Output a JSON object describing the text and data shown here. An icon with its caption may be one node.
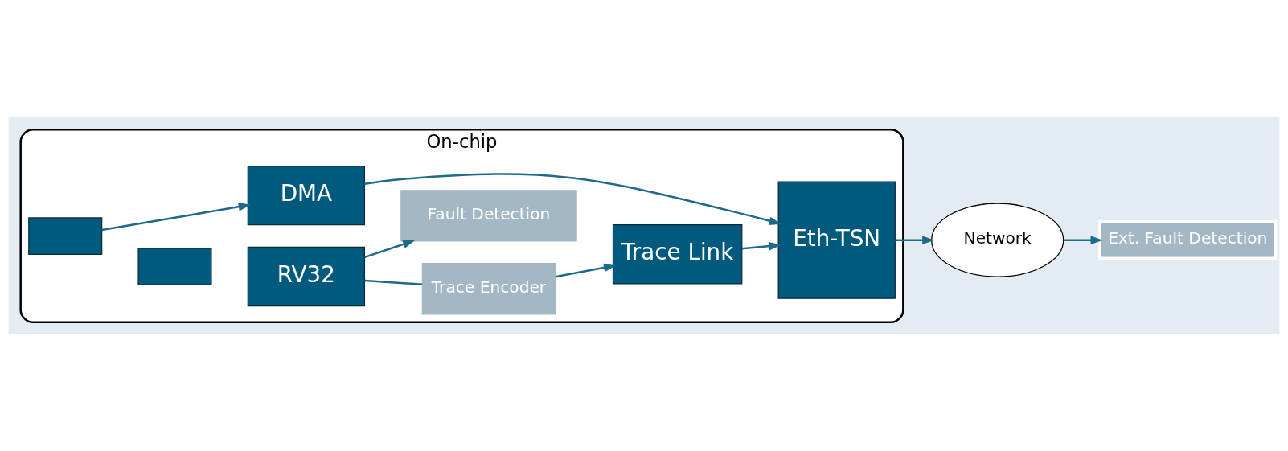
{
  "diagram": {
    "nodes": [
      {
        "text": [
          "On-chip"
        ]
      },
      {
        "text": [],
        "shape": "box",
        "in": 0
      },
      {
        "text": [],
        "shape": "box",
        "in": 0
      },
      {
        "text": [
          "RV32"
        ],
        "in": 0
      },
      {
        "text": [
          "DMA"
        ],
        "in": 0
      },
      {
        "text": [
          "Trace Encoder"
        ],
        "in": 0
      },
      {
        "text": [
          "Trace Link"
        ],
        "in": 0
      },
      {
        "text": [
          "Eth-TSN"
        ],
        "in": 0
      },
      {
        "text": [
          "Fault Detection"
        ],
        "in": 0
      },
      {
        "text": [
          "Network"
        ]
      },
      {
        "text": [
          "Ext. Fault Detection"
        ]
      }
    ],
    "edges": [
      {
        "from": 1,
        "to": 4,
        "arrow": "to"
      },
      {
        "from": 3,
        "to": 5,
        "arrow": "none"
      },
      {
        "from": 3,
        "to": 8,
        "arrow": "to"
      },
      {
        "from": 5,
        "to": 6,
        "arrow": "to"
      },
      {
        "from": 4,
        "to": 7,
        "arrow": "to"
      },
      {
        "from": 6,
        "to": 7,
        "arrow": "to"
      },
      {
        "from": 7,
        "to": 9,
        "arrow": "to"
      },
      {
        "from": 9,
        "to": 10,
        "arrow": "to"
      }
    ]
  }
}
